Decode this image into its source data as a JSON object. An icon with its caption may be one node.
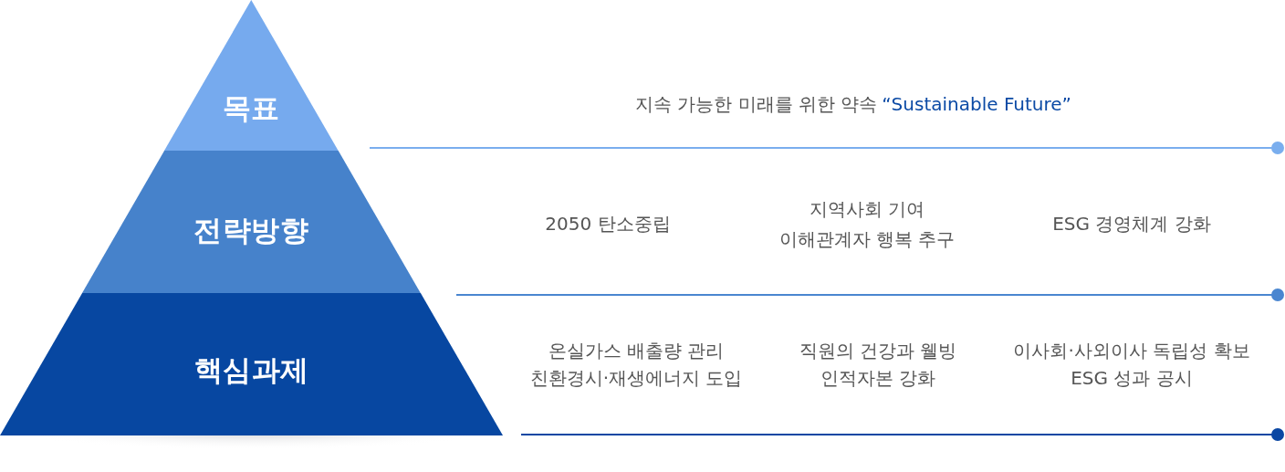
{
  "diagram": {
    "nodes": [
      {
        "text": [
          "목표"
        ]
      },
      {
        "text": [
          "전략방향"
        ]
      },
      {
        "text": [
          "핵심과제"
        ]
      }
    ],
    "labels": [
      "지속 가능한 미래를 위한 약속",
      "“Sustainable Future”",
      "2050 탄소중립",
      "지역사회 기여",
      "이해관계자 행복 추구",
      "ESG 경영체계 강화",
      "온실가스 배출량 관리",
      "친환경시·재생에너지 도입",
      "직원의 건강과 웰빙",
      "인적자본 강화",
      "이사회·사외이사 독립성 확보",
      "ESG 성과 공시"
    ]
  }
}
